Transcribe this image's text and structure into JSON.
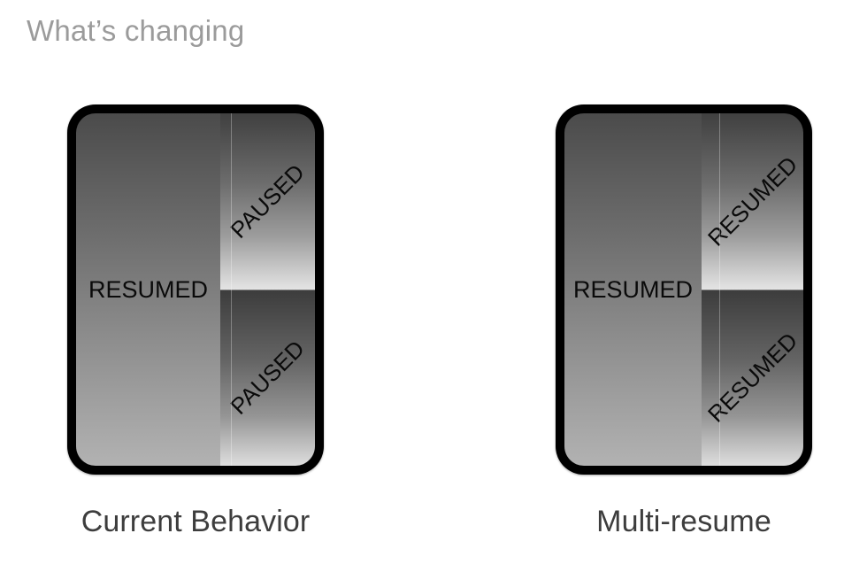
{
  "page": {
    "title": "What’s changing",
    "background_color": "#ffffff",
    "title_color": "#9b9b9b",
    "caption_color": "#3d3d3d",
    "label_color": "#0a0a0a",
    "frame_color": "#000000"
  },
  "figures": [
    {
      "id": "current-behavior",
      "caption": "Current Behavior",
      "panes": {
        "left": {
          "label": "RESUMED",
          "orientation": "horizontal"
        },
        "right_top": {
          "label": "PAUSED",
          "orientation": "rotated-45"
        },
        "right_bottom": {
          "label": "PAUSED",
          "orientation": "rotated-45"
        }
      }
    },
    {
      "id": "multi-resume",
      "caption": "Multi-resume",
      "panes": {
        "left": {
          "label": "RESUMED",
          "orientation": "horizontal"
        },
        "right_top": {
          "label": "RESUMED",
          "orientation": "rotated-45"
        },
        "right_bottom": {
          "label": "RESUMED",
          "orientation": "rotated-45"
        }
      }
    }
  ]
}
